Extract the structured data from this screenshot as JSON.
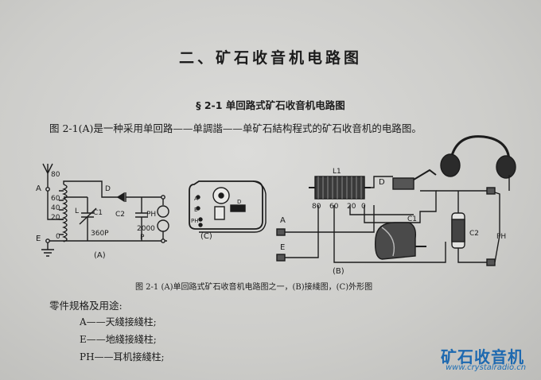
{
  "chapter_title": "二、矿石收音机电路图",
  "section_title": "§ 2-1   单回路式矿石收音机电路图",
  "intro_text": "图 2-1(A)是一种采用单回路——单調諧——单矿石結构程式的矿石收音机的电路图。",
  "figure": {
    "schematic": {
      "label": "(A)",
      "terminal_A": "A",
      "terminal_E": "E",
      "taps": [
        "80",
        "60",
        "40",
        "20",
        "0"
      ],
      "coil": "L",
      "c1": "C1",
      "c1_value": "360P",
      "diode": "D",
      "c2": "C2",
      "c2_value": "2000",
      "c2_unit": "P",
      "phones": "PH"
    },
    "enclosure": {
      "label": "(C)",
      "marks": [
        "A",
        "E",
        "PH",
        "D"
      ]
    },
    "wiring": {
      "label": "(B)",
      "terminal_A": "A",
      "terminal_E": "E",
      "coil": "L1",
      "taps": [
        "80",
        "60",
        "20",
        "0"
      ],
      "diode": "D",
      "c1": "C1",
      "c2": "C2",
      "phones": "PH"
    }
  },
  "caption": "图 2-1  (A)单回路式矿石收音机电路图之一，(B)接綫图，(C)外形图",
  "specs": {
    "heading": "零件规格及用途:",
    "items": [
      "A——天綫接綫柱;",
      "E——地綫接綫柱;",
      "PH——耳机接綫柱;"
    ]
  },
  "watermark": {
    "title": "矿石收音机",
    "url": "www.crystalradio.cn"
  }
}
